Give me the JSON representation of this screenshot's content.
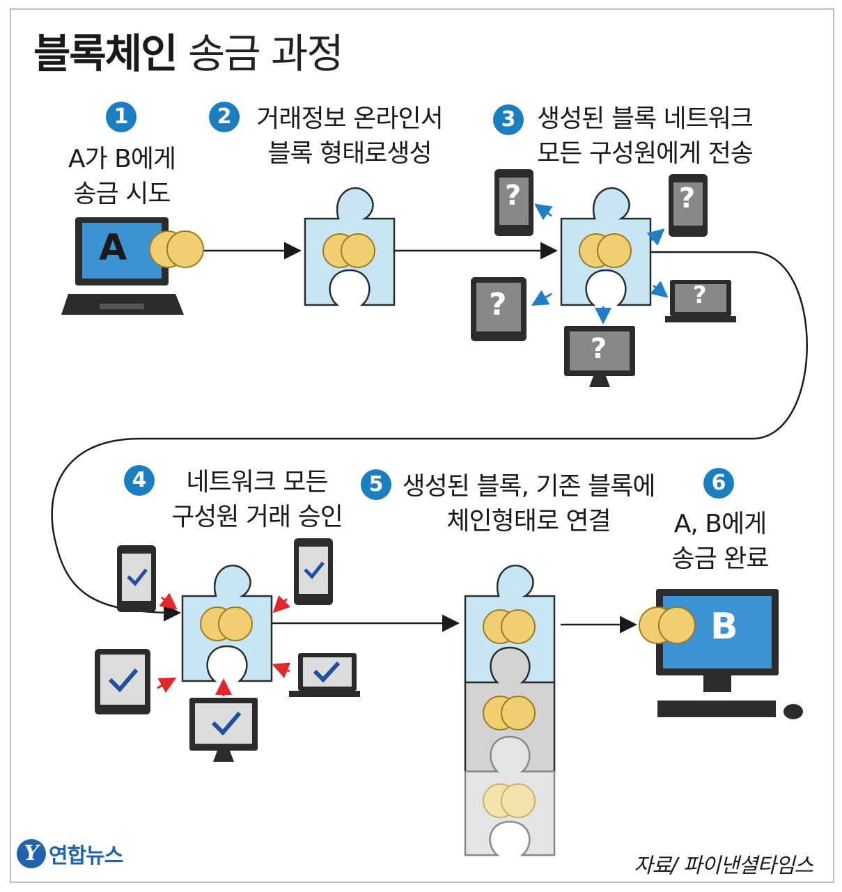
{
  "title": {
    "bold": "블록체인",
    "light": "송금 과정"
  },
  "steps": [
    {
      "num": "1",
      "lines": [
        "A가 B에게",
        "송금 시도"
      ]
    },
    {
      "num": "2",
      "lines": [
        "거래정보 온라인서",
        "블록 형태로생성"
      ]
    },
    {
      "num": "3",
      "lines": [
        "생성된 블록 네트워크",
        "모든 구성원에게 전송"
      ]
    },
    {
      "num": "4",
      "lines": [
        "네트워크 모든",
        "구성원 거래 승인"
      ]
    },
    {
      "num": "5",
      "lines": [
        "생성된 블록, 기존 블록에",
        "체인형태로 연결"
      ]
    },
    {
      "num": "6",
      "lines": [
        "A, B에게",
        "송금 완료"
      ]
    }
  ],
  "screens": {
    "sender": "A",
    "receiver": "B",
    "unknown": "?"
  },
  "footer": {
    "logo_mark": "Y",
    "logo_text": "연합뉴스",
    "source": "자료/ 파이낸셜타임스"
  },
  "colors": {
    "badge": "#1a7fc1",
    "block_light_blue": "#c6e6f6",
    "block_gray": "#d3d3d3",
    "block_light_gray": "#e4e4e4",
    "coin": "#efcf6f",
    "screen_blue": "#3b93d4",
    "arrow_blue": "#1f7fc6",
    "arrow_red": "#e4262b",
    "check": "#1f4f9e"
  }
}
